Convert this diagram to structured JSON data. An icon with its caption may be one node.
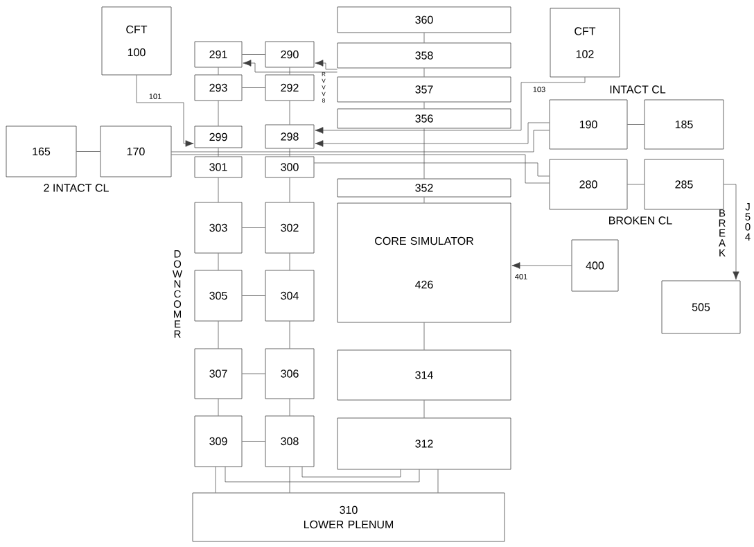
{
  "diagram": {
    "nodes": [
      {
        "text": [
          "CFT",
          "100"
        ]
      },
      {
        "text": [
          "CFT",
          "102"
        ]
      },
      {
        "text": [
          "165"
        ]
      },
      {
        "text": [
          "170"
        ]
      },
      {
        "text": [
          "291"
        ]
      },
      {
        "text": [
          "290"
        ]
      },
      {
        "text": [
          "293"
        ]
      },
      {
        "text": [
          "292"
        ]
      },
      {
        "text": [
          "299"
        ]
      },
      {
        "text": [
          "298"
        ]
      },
      {
        "text": [
          "301"
        ]
      },
      {
        "text": [
          "300"
        ]
      },
      {
        "text": [
          "360"
        ]
      },
      {
        "text": [
          "358"
        ]
      },
      {
        "text": [
          "357"
        ]
      },
      {
        "text": [
          "356"
        ]
      },
      {
        "text": [
          "352"
        ]
      },
      {
        "text": [
          "190"
        ]
      },
      {
        "text": [
          "185"
        ]
      },
      {
        "text": [
          "280"
        ]
      },
      {
        "text": [
          "285"
        ]
      },
      {
        "text": [
          "303"
        ]
      },
      {
        "text": [
          "302"
        ]
      },
      {
        "text": [
          "CORE SIMULATOR",
          "426"
        ]
      },
      {
        "text": [
          "400"
        ]
      },
      {
        "text": [
          "505"
        ]
      },
      {
        "text": [
          "305"
        ]
      },
      {
        "text": [
          "304"
        ]
      },
      {
        "text": [
          "307"
        ]
      },
      {
        "text": [
          "306"
        ]
      },
      {
        "text": [
          "314"
        ]
      },
      {
        "text": [
          "309"
        ]
      },
      {
        "text": [
          "308"
        ]
      },
      {
        "text": [
          "312"
        ]
      },
      {
        "text": [
          "310",
          "LOWER PLENUM"
        ]
      }
    ],
    "edges": [
      {
        "from": 2,
        "to": 3,
        "arrow": "none"
      },
      {
        "from": 4,
        "to": 5,
        "arrow": "none"
      },
      {
        "from": 6,
        "to": 7,
        "arrow": "none"
      },
      {
        "from": 4,
        "to": 6,
        "arrow": "none"
      },
      {
        "from": 5,
        "to": 7,
        "arrow": "none"
      },
      {
        "from": 6,
        "to": 8,
        "arrow": "none"
      },
      {
        "from": 7,
        "to": 9,
        "arrow": "none"
      },
      {
        "from": 8,
        "to": 10,
        "arrow": "none"
      },
      {
        "from": 9,
        "to": 11,
        "arrow": "none"
      },
      {
        "from": 10,
        "to": 21,
        "arrow": "none"
      },
      {
        "from": 11,
        "to": 22,
        "arrow": "none"
      },
      {
        "from": 21,
        "to": 22,
        "arrow": "none"
      },
      {
        "from": 21,
        "to": 26,
        "arrow": "none"
      },
      {
        "from": 22,
        "to": 27,
        "arrow": "none"
      },
      {
        "from": 26,
        "to": 27,
        "arrow": "none"
      },
      {
        "from": 26,
        "to": 28,
        "arrow": "none"
      },
      {
        "from": 27,
        "to": 29,
        "arrow": "none"
      },
      {
        "from": 28,
        "to": 29,
        "arrow": "none"
      },
      {
        "from": 28,
        "to": 31,
        "arrow": "none"
      },
      {
        "from": 29,
        "to": 32,
        "arrow": "none"
      },
      {
        "from": 31,
        "to": 32,
        "arrow": "none"
      },
      {
        "from": 31,
        "to": 34,
        "arrow": "none"
      },
      {
        "from": 32,
        "to": 34,
        "arrow": "none"
      },
      {
        "from": 12,
        "to": 13,
        "arrow": "none"
      },
      {
        "from": 13,
        "to": 14,
        "arrow": "none"
      },
      {
        "from": 14,
        "to": 15,
        "arrow": "none"
      },
      {
        "from": 15,
        "to": 16,
        "arrow": "none"
      },
      {
        "from": 16,
        "to": 23,
        "arrow": "none"
      },
      {
        "from": 23,
        "to": 30,
        "arrow": "none"
      },
      {
        "from": 30,
        "to": 33,
        "arrow": "none"
      },
      {
        "from": 33,
        "to": 34,
        "arrow": "none"
      },
      {
        "from": 17,
        "to": 18,
        "arrow": "none"
      },
      {
        "from": 19,
        "to": 20,
        "arrow": "none"
      },
      {
        "from": 0,
        "to": 8,
        "arrow": "to",
        "label": "101"
      },
      {
        "from": 1,
        "to": 9,
        "arrow": "to",
        "label": "103"
      },
      {
        "from": 17,
        "to": 9,
        "arrow": "to"
      },
      {
        "from": 3,
        "to": 17,
        "arrow": "none"
      },
      {
        "from": 3,
        "to": 19,
        "arrow": "none"
      },
      {
        "from": 11,
        "to": 19,
        "arrow": "none"
      },
      {
        "from": 14,
        "to": 5,
        "arrow": "to"
      },
      {
        "from": 14,
        "to": 4,
        "arrow": "to"
      },
      {
        "from": 24,
        "to": 23,
        "arrow": "to",
        "label": "401"
      },
      {
        "from": 20,
        "to": 25,
        "arrow": "to",
        "label": "J504"
      },
      {
        "from": 31,
        "to": 33,
        "arrow": "none"
      },
      {
        "from": 32,
        "to": 33,
        "arrow": "none"
      }
    ],
    "labels": [
      "RVVV8",
      "2 INTACT CL",
      "INTACT CL",
      "BROKEN CL",
      "DOWNCOMER",
      "BREAK"
    ]
  }
}
